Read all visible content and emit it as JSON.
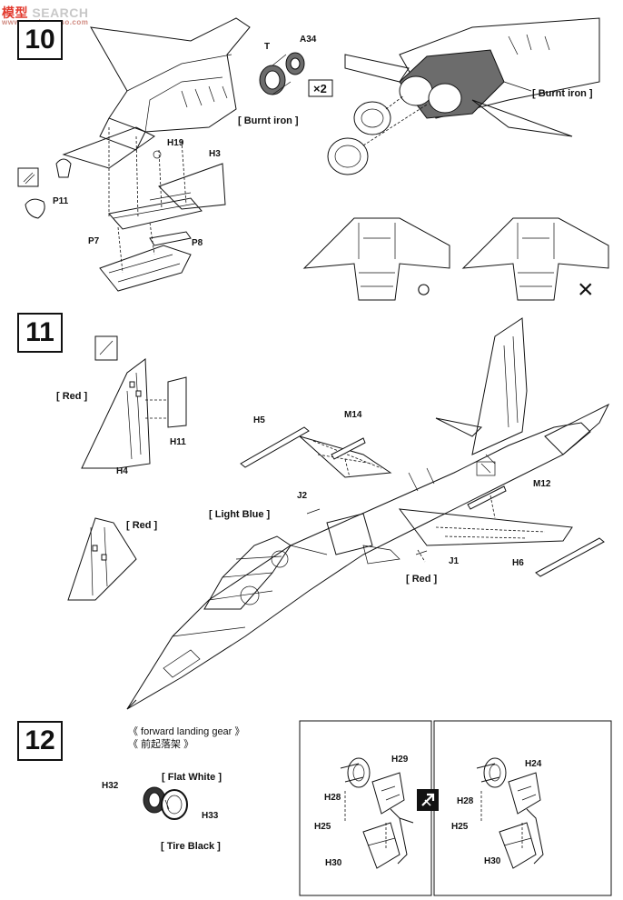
{
  "watermark": {
    "brand_a": "模型",
    "brand_b": "SEARCH",
    "site": "www.moxingsoso.com"
  },
  "steps": {
    "s10": "10",
    "s11": "11",
    "s12": "12"
  },
  "step10": {
    "parts": {
      "t": "T",
      "a34": "A34",
      "h19": "H19",
      "h3": "H3",
      "p11": "P11",
      "p7": "P7",
      "p8": "P8"
    },
    "qty": "×2",
    "paint_left": "[ Burnt iron ]",
    "paint_right": "[ Burnt iron ]",
    "correct_mark": "○",
    "wrong_mark": "×"
  },
  "step11": {
    "parts": {
      "h4": "H4",
      "h11": "H11",
      "h5": "H5",
      "m14": "M14",
      "j2": "J2",
      "m12": "M12",
      "j1": "J1",
      "h6": "H6"
    },
    "paint_red_1": "[ Red ]",
    "paint_red_2": "[ Red ]",
    "paint_red_3": "[ Red ]",
    "paint_light_blue": "[ Light Blue ]"
  },
  "step12": {
    "caption_en": "《 forward landing gear 》",
    "caption_cn": "《 前起落架 》",
    "paint_flat_white": "[ Flat White ]",
    "paint_tire_black": "[ Tire Black ]",
    "parts": {
      "h32": "H32",
      "h33": "H33"
    },
    "left_panel": {
      "h29": "H29",
      "h28": "H28",
      "h25": "H25",
      "h30": "H30"
    },
    "right_panel": {
      "h24": "H24",
      "h28": "H28",
      "h25": "H25",
      "h30": "H30"
    }
  }
}
